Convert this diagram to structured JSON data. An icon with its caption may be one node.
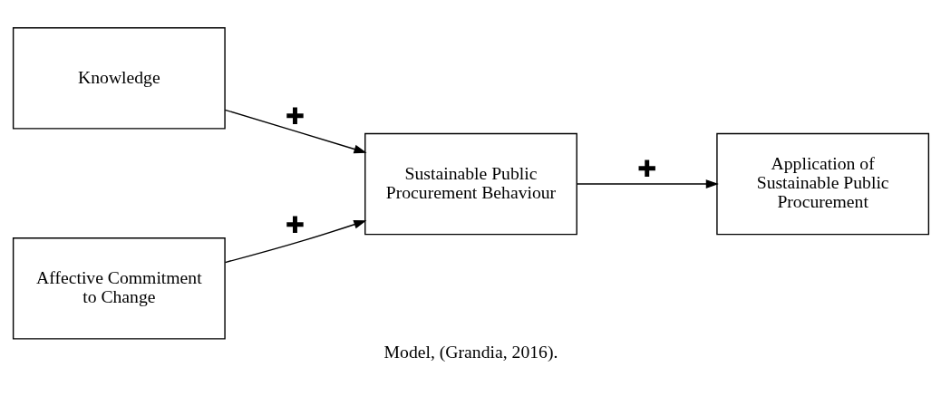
{
  "diagram": {
    "caption": "Model, (Grandia, 2016).",
    "nodes": [
      {
        "text": [
          "Knowledge"
        ]
      },
      {
        "text": [
          "Affective Commitment to Change"
        ]
      },
      {
        "text": [
          "Sustainable Public Procurement Behaviour"
        ]
      },
      {
        "text": [
          "Application of Sustainable Public Procurement"
        ]
      }
    ],
    "edges": [
      {
        "from": 0,
        "to": 2,
        "arrow": "to",
        "label": "✚"
      },
      {
        "from": 1,
        "to": 2,
        "arrow": "to",
        "label": "✚"
      },
      {
        "from": 2,
        "to": 3,
        "arrow": "to",
        "label": "✚"
      }
    ]
  }
}
